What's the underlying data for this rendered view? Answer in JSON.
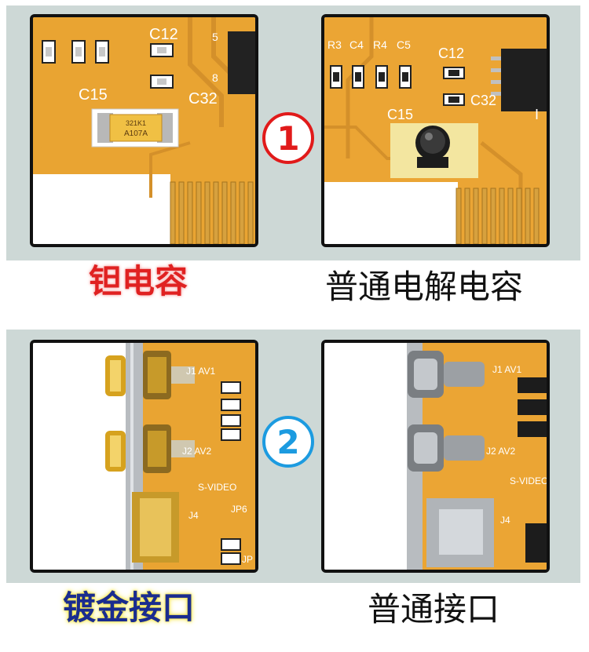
{
  "section_1": {
    "badge": "1",
    "left_caption": "钽电容",
    "right_caption": "普通电解电容",
    "left_photo": {
      "labels": [
        "C15",
        "C12",
        "C32",
        "5",
        "8"
      ],
      "component_marking_1": "A107A",
      "component_marking_2": "321K1"
    },
    "right_photo": {
      "labels": [
        "R3",
        "C4",
        "R4",
        "C5",
        "C12",
        "C15",
        "C32",
        "I"
      ]
    }
  },
  "section_2": {
    "badge": "2",
    "left_caption": "镀金接口",
    "right_caption": "普通接口",
    "left_photo": {
      "labels": [
        "J1 AV1",
        "J2 AV2",
        "S-VIDEO",
        "J4",
        "JP6",
        "JP"
      ]
    },
    "right_photo": {
      "labels": [
        "J1 AV1",
        "J2 AV2",
        "S-VIDEO",
        "J4"
      ]
    }
  },
  "colors": {
    "panel_bg": "#cdd8d6",
    "pcb": "#e9a432",
    "tantalum_caption": "#e02121",
    "gold_caption": "#1a2c8f",
    "gold_caption_glow": "#f5e64a",
    "badge_1": "#e11a1a",
    "badge_2": "#1c9be0"
  }
}
